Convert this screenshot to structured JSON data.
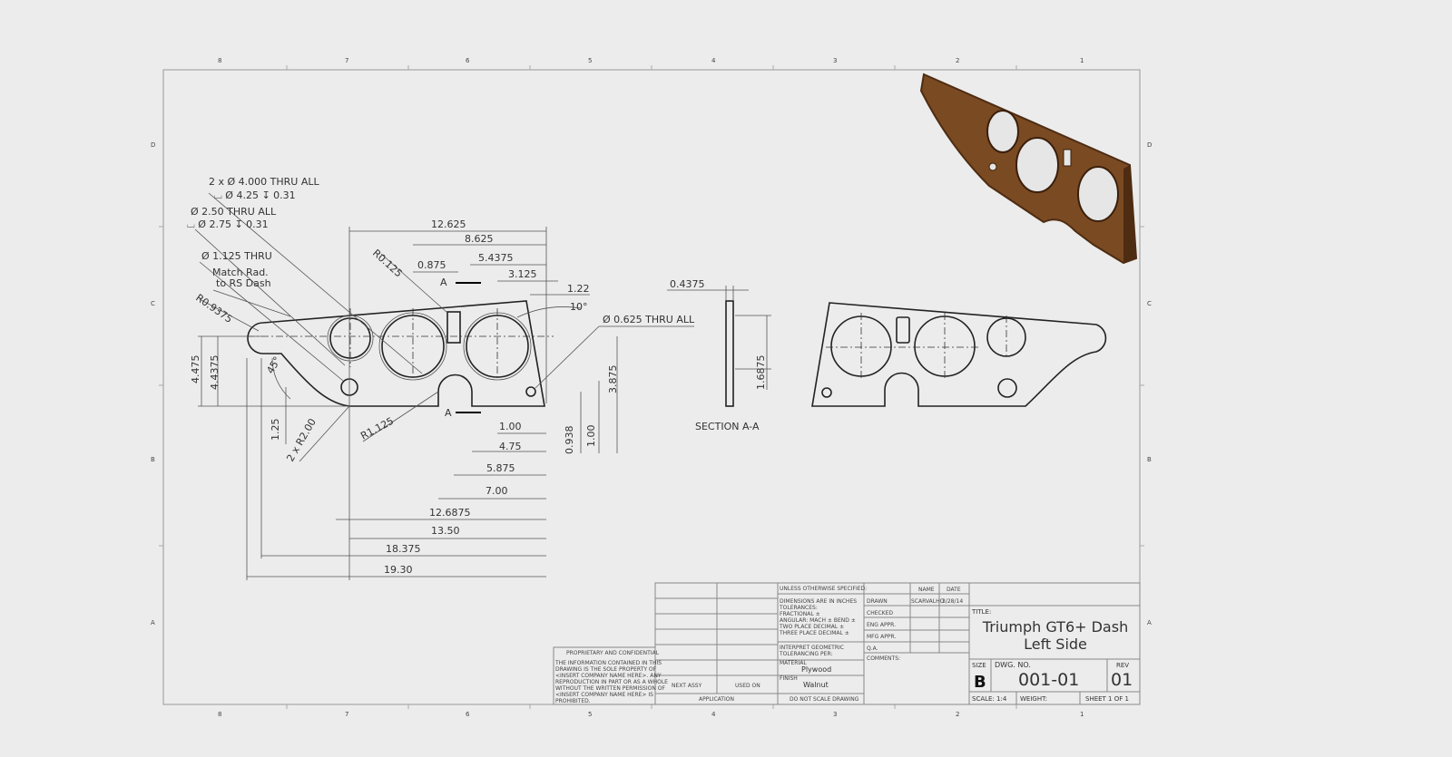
{
  "zones": {
    "columns": [
      "8",
      "7",
      "6",
      "5",
      "4",
      "3",
      "2",
      "1"
    ],
    "rows": [
      "D",
      "C",
      "B",
      "A"
    ]
  },
  "notes": {
    "hole_4": "2 x Ø 4.000 THRU ALL",
    "hole_4_cbore": "⌴ Ø 4.25 ↧ 0.31",
    "hole_250": "Ø 2.50 THRU ALL",
    "hole_250_cbore": "⌴ Ø 2.75 ↧ 0.31",
    "hole_1125": "Ø 1.125 THRU",
    "match_1": "Match Rad.",
    "match_2": "to RS Dash",
    "r09375": "R0.9375",
    "r0125": "R0.125",
    "r1125": "R1.125",
    "r200": "2 x R2.00",
    "angle45": "45°",
    "angle10": "10°",
    "hole_0625": "Ø 0.625 THRU ALL",
    "section_mark": "A",
    "section_title": "SECTION A-A"
  },
  "dims": {
    "d12625": "12.625",
    "d8625": "8.625",
    "d54375": "5.4375",
    "d0875": "0.875",
    "d3125": "3.125",
    "d122": "1.22",
    "d4475": "4.475",
    "d44375": "4.4375",
    "d125": "1.25",
    "d3875": "3.875",
    "d100a": "1.00",
    "d475": "4.75",
    "d0938": "0.938",
    "d100b": "1.00",
    "d5875": "5.875",
    "d700": "7.00",
    "d126875": "12.6875",
    "d1350": "13.50",
    "d18375": "18.375",
    "d1930": "19.30",
    "d04375": "0.4375",
    "d16875": "1.6875"
  },
  "title_block": {
    "unless": "UNLESS OTHERWISE SPECIFIED:",
    "tolerances": [
      "DIMENSIONS ARE IN INCHES",
      "TOLERANCES:",
      "FRACTIONAL ±",
      "ANGULAR: MACH ± BEND ±",
      "TWO PLACE DECIMAL ±",
      "THREE PLACE DECIMAL ±"
    ],
    "interpret": [
      "INTERPRET GEOMETRIC",
      "TOLERANCING PER:"
    ],
    "material_label": "MATERIAL",
    "material": "Plywood",
    "finish_label": "FINISH",
    "finish": "Walnut",
    "do_not_scale": "DO NOT SCALE DRAWING",
    "next_assy": "NEXT ASSY",
    "used_on": "USED ON",
    "application": "APPLICATION",
    "name_hdr": "NAME",
    "date_hdr": "DATE",
    "rows": [
      "DRAWN",
      "CHECKED",
      "ENG APPR.",
      "MFG APPR.",
      "Q.A.",
      "COMMENTS:"
    ],
    "drawn_name": "SCARVALHO",
    "drawn_date": "3/28/14",
    "title_label": "TITLE:",
    "title_1": "Triumph GT6+ Dash",
    "title_2": "Left Side",
    "size_label": "SIZE",
    "size": "B",
    "dwg_label": "DWG. NO.",
    "dwg_no": "001-01",
    "rev_label": "REV",
    "rev": "01",
    "scale": "SCALE: 1:4",
    "weight": "WEIGHT:",
    "sheet": "SHEET 1 OF 1",
    "proprietary_title": "PROPRIETARY AND CONFIDENTIAL",
    "proprietary": [
      "THE INFORMATION CONTAINED IN THIS",
      "DRAWING IS THE SOLE PROPERTY OF",
      "<INSERT COMPANY NAME HERE>. ANY",
      "REPRODUCTION IN PART OR AS A WHOLE",
      "WITHOUT THE WRITTEN PERMISSION OF",
      "<INSERT COMPANY NAME HERE> IS",
      "PROHIBITED."
    ]
  },
  "colors": {
    "wood": "#7a4a22",
    "wood_dark": "#4e2c12",
    "line": "#222222"
  }
}
